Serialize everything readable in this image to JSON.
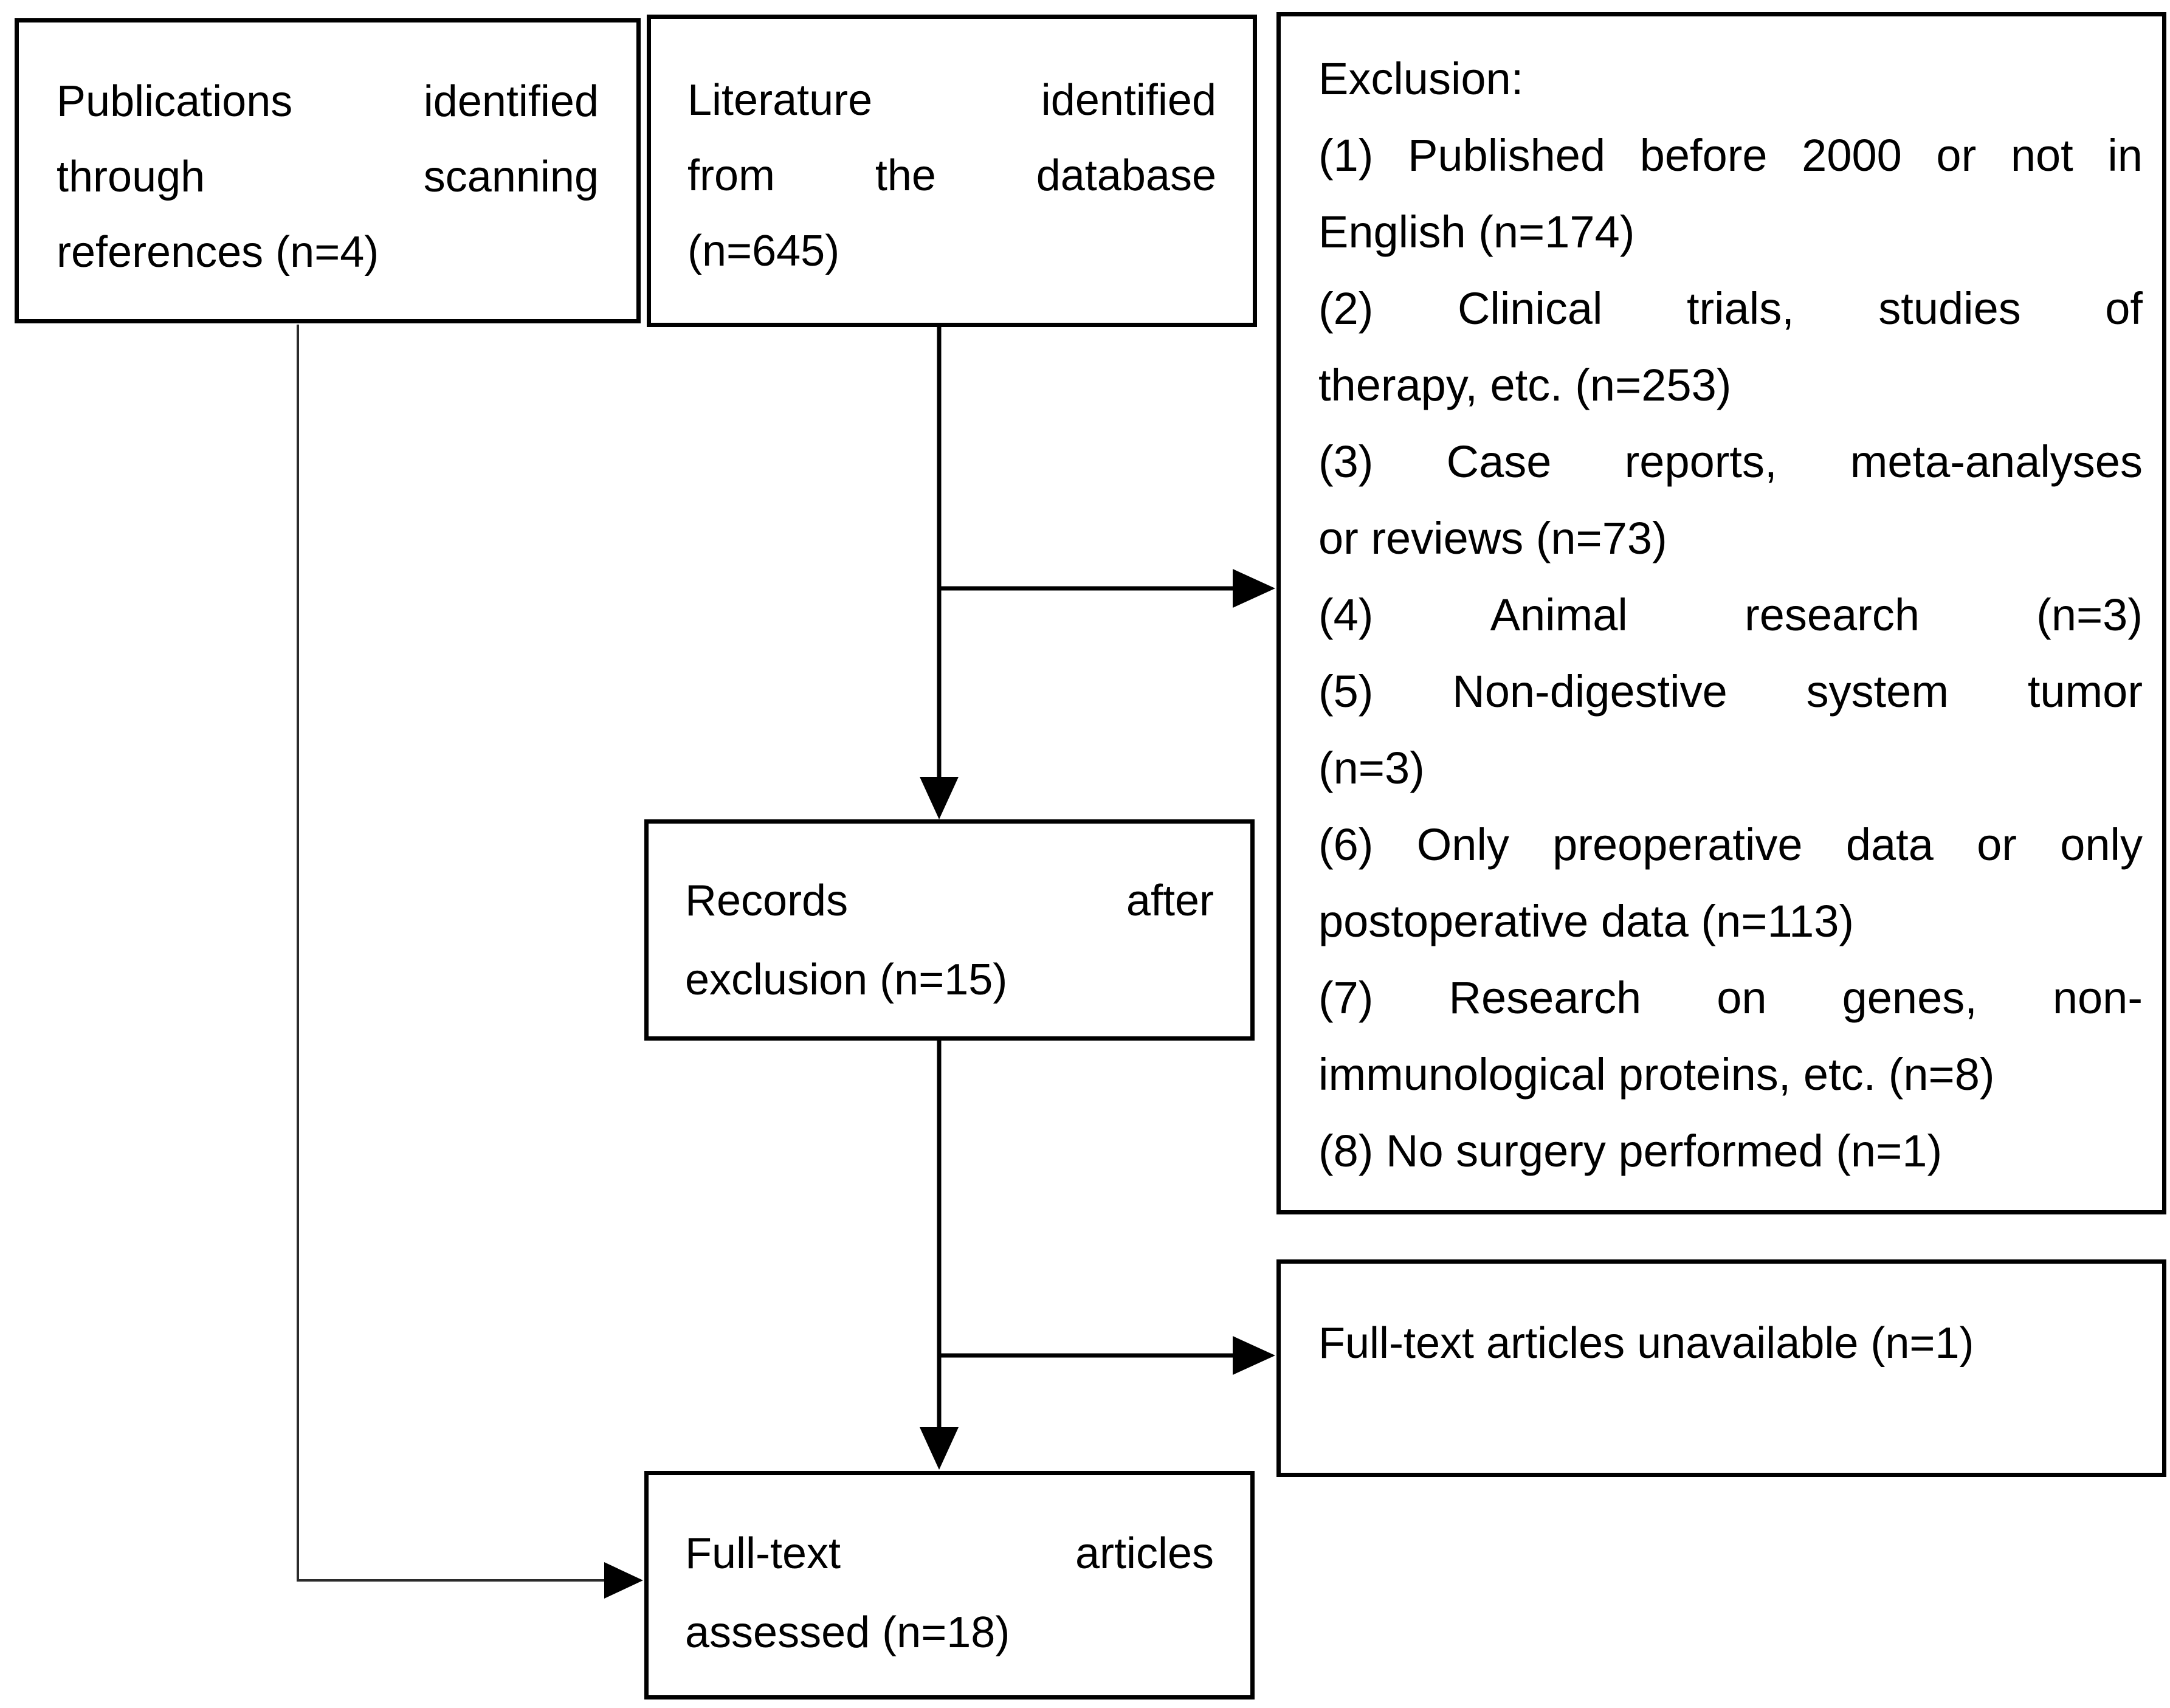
{
  "figure": {
    "kind": "literature-screening-flowchart",
    "colors": {
      "background": "#ffffff",
      "ink": "#000000"
    },
    "boxes": {
      "references": {
        "lines": [
          {
            "text": "Publications identified",
            "spread": true
          },
          {
            "text": "through scanning",
            "spread": true
          },
          {
            "text": "references (n=4)",
            "spread": false
          }
        ]
      },
      "literature": {
        "lines": [
          {
            "text": "Literature identified",
            "spread": true
          },
          {
            "text": "from the database",
            "spread": true
          },
          {
            "text": "(n=645)",
            "spread": false
          }
        ]
      },
      "exclusion": {
        "lines": [
          {
            "text": "Exclusion:",
            "spread": false
          },
          {
            "text": "(1) Published before 2000 or not in",
            "spread": true
          },
          {
            "text": "English (n=174)",
            "spread": false
          },
          {
            "text": "(2) Clinical trials, studies of",
            "spread": true
          },
          {
            "text": "therapy, etc. (n=253)",
            "spread": false
          },
          {
            "text": "(3) Case reports, meta-analyses",
            "spread": true
          },
          {
            "text": "or reviews (n=73)",
            "spread": false
          },
          {
            "text": "(4) Animal research (n=3)",
            "spread": true
          },
          {
            "text": "(5) Non-digestive system tumor",
            "spread": true
          },
          {
            "text": "(n=3)",
            "spread": false
          },
          {
            "text": "(6) Only preoperative data or only",
            "spread": true
          },
          {
            "text": "postoperative data (n=113)",
            "spread": false
          },
          {
            "text": "(7) Research on genes, non-",
            "spread": true
          },
          {
            "text": "immunological proteins, etc. (n=8)",
            "spread": false
          },
          {
            "text": "(8) No surgery performed (n=1)",
            "spread": false
          }
        ]
      },
      "records": {
        "lines": [
          {
            "text": "Records after",
            "spread": true
          },
          {
            "text": "exclusion (n=15)",
            "spread": false
          }
        ]
      },
      "unavailable": {
        "lines": [
          {
            "text": "Full-text articles unavailable (n=1)",
            "spread": false
          }
        ]
      },
      "assessed": {
        "lines": [
          {
            "text": "Full-text articles",
            "spread": true
          },
          {
            "text": "assessed (n=18)",
            "spread": false
          }
        ]
      }
    }
  }
}
